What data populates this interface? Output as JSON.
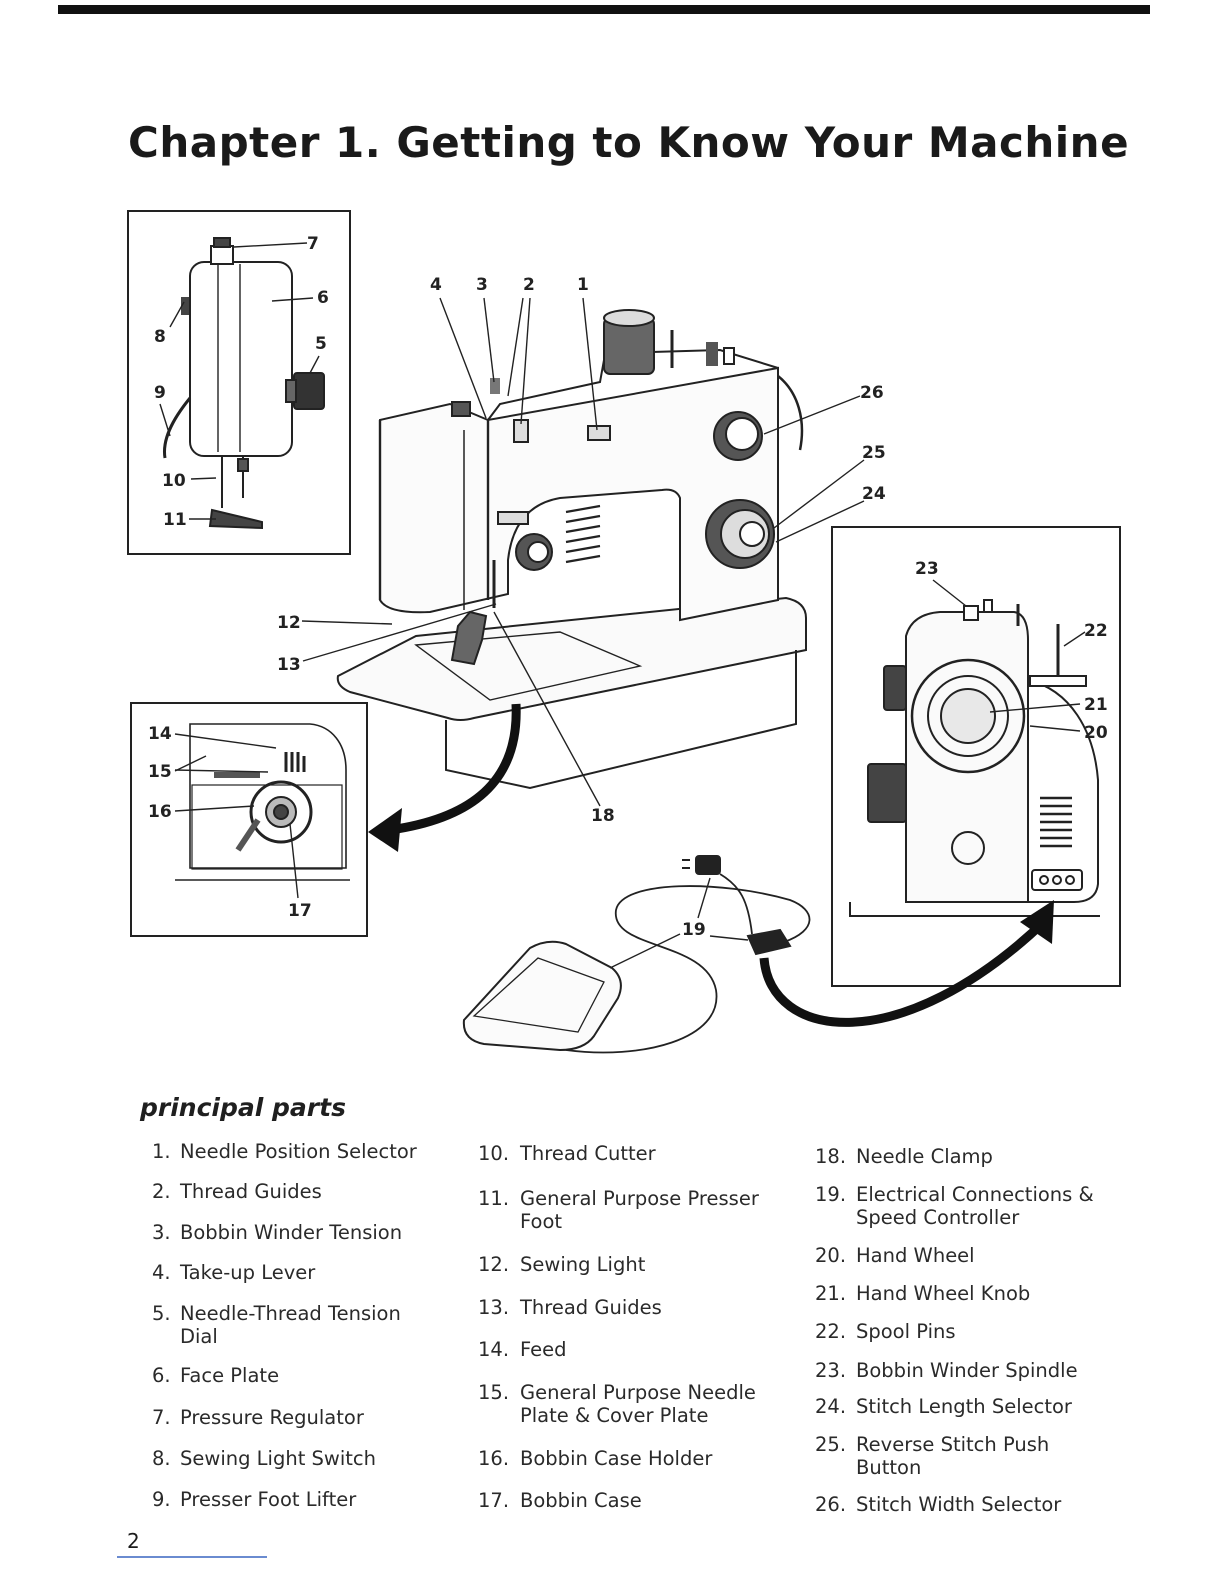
{
  "header": {
    "title": "Chapter 1. Getting to Know Your Machine"
  },
  "figure": {
    "callouts": [
      "1",
      "2",
      "3",
      "4",
      "5",
      "6",
      "7",
      "8",
      "9",
      "10",
      "11",
      "12",
      "13",
      "14",
      "15",
      "16",
      "17",
      "18",
      "19",
      "20",
      "21",
      "22",
      "23",
      "24",
      "25",
      "26"
    ],
    "icons": [
      "sewing-machine-illustration",
      "foot-controller-illustration",
      "power-plug-illustration",
      "arrow-icon"
    ]
  },
  "section": {
    "subtitle": "principal parts"
  },
  "parts": {
    "col1": [
      {
        "num": "1.",
        "label": "Needle Position Selector"
      },
      {
        "num": "2.",
        "label": "Thread Guides"
      },
      {
        "num": "3.",
        "label": "Bobbin Winder Tension"
      },
      {
        "num": "4.",
        "label": "Take-up Lever"
      },
      {
        "num": "5.",
        "label": "Needle-Thread Tension Dial"
      },
      {
        "num": "6.",
        "label": "Face Plate"
      },
      {
        "num": "7.",
        "label": "Pressure Regulator"
      },
      {
        "num": "8.",
        "label": "Sewing Light Switch"
      },
      {
        "num": "9.",
        "label": "Presser Foot Lifter"
      }
    ],
    "col2": [
      {
        "num": "10.",
        "label": "Thread Cutter"
      },
      {
        "num": "11.",
        "label": "General Purpose Presser Foot"
      },
      {
        "num": "12.",
        "label": "Sewing Light"
      },
      {
        "num": "13.",
        "label": "Thread Guides"
      },
      {
        "num": "14.",
        "label": "Feed"
      },
      {
        "num": "15.",
        "label": "General Purpose Needle Plate & Cover Plate"
      },
      {
        "num": "16.",
        "label": "Bobbin Case Holder"
      },
      {
        "num": "17.",
        "label": "Bobbin Case"
      }
    ],
    "col3": [
      {
        "num": "18.",
        "label": "Needle Clamp"
      },
      {
        "num": "19.",
        "label": "Electrical Connections & Speed Controller"
      },
      {
        "num": "20.",
        "label": "Hand Wheel"
      },
      {
        "num": "21.",
        "label": "Hand Wheel Knob"
      },
      {
        "num": "22.",
        "label": "Spool Pins"
      },
      {
        "num": "23.",
        "label": "Bobbin Winder Spindle"
      },
      {
        "num": "24.",
        "label": "Stitch Length Selector"
      },
      {
        "num": "25.",
        "label": "Reverse Stitch Push Button"
      },
      {
        "num": "26.",
        "label": "Stitch Width Selector"
      }
    ]
  },
  "footer": {
    "page_number": "2"
  }
}
